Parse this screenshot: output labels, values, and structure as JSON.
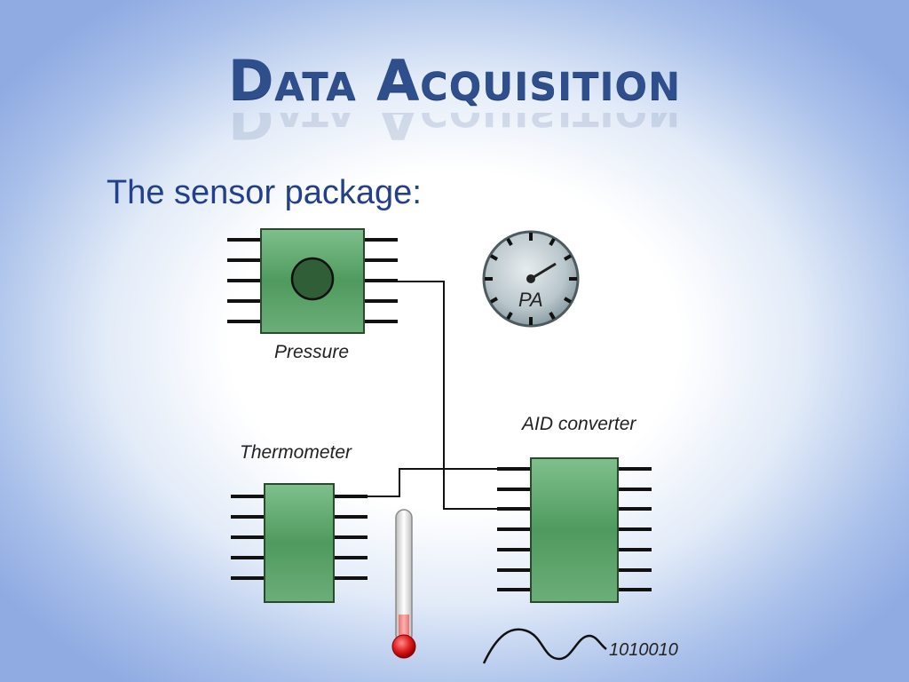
{
  "slide": {
    "title": "Data Acquisition",
    "subtitle": "The sensor package:"
  },
  "diagram": {
    "pressure_label": "Pressure",
    "thermometer_label": "Thermometer",
    "converter_label": "AID converter",
    "gauge_label": "PA",
    "binary_output": "1010010"
  },
  "colors": {
    "title": "#2e4f8c",
    "subtitle": "#23408a",
    "chip_green": "#4f9a5e",
    "chip_outline": "#2a4a30",
    "wire": "#111111",
    "thermometer_bulb": "#e02020"
  },
  "icons": {
    "gauge": "pressure-gauge-icon",
    "thermometer": "thermometer-icon",
    "signal": "analog-wave-icon"
  }
}
